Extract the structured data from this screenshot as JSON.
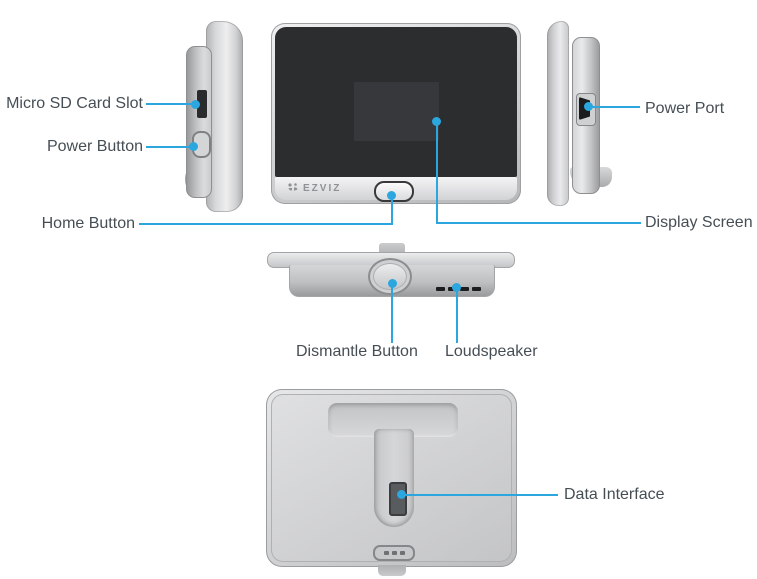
{
  "colors": {
    "accent": "#2ba6de",
    "label_text": "#464e55",
    "device_silver": "#cfd0d2",
    "screen_dark": "#2c2d2f"
  },
  "front": {
    "logo_text": "EZVIZ"
  },
  "callouts": {
    "micro_sd_card_slot": "Micro SD Card Slot",
    "power_button": "Power Button",
    "home_button": "Home Button",
    "display_screen": "Display Screen",
    "power_port": "Power Port",
    "dismantle_button": "Dismantle Button",
    "loudspeaker": "Loudspeaker",
    "data_interface": "Data Interface"
  }
}
